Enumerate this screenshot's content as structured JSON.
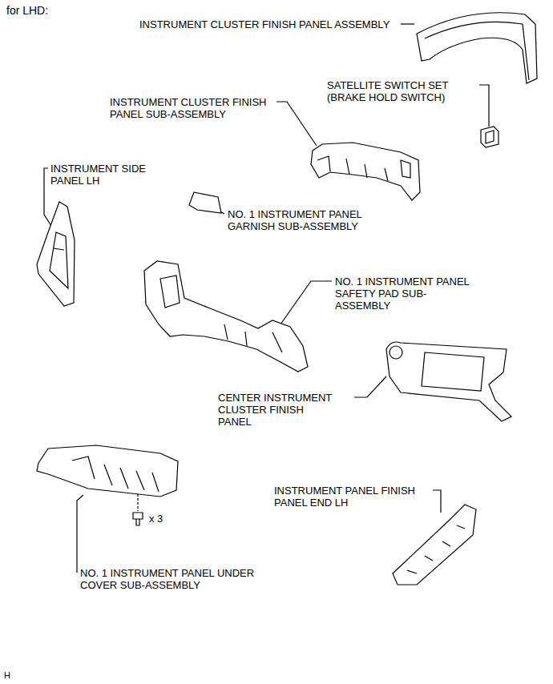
{
  "diagram": {
    "title": "for LHD:",
    "labels": [
      "INSTRUMENT CLUSTER FINISH PANEL ASSEMBLY",
      "SATELLITE SWITCH SET (BRAKE HOLD SWITCH)",
      "INSTRUMENT CLUSTER FINISH PANEL SUB-ASSEMBLY",
      "INSTRUMENT SIDE PANEL LH",
      "NO. 1 INSTRUMENT PANEL GARNISH SUB-ASSEMBLY",
      "NO. 1 INSTRUMENT PANEL SAFETY PAD SUB-ASSEMBLY",
      "CENTER INSTRUMENT CLUSTER FINISH PANEL",
      "x 3",
      "INSTRUMENT PANEL FINISH PANEL END LH",
      "NO. 1 INSTRUMENT PANEL UNDER COVER SUB-ASSEMBLY",
      "H"
    ]
  }
}
